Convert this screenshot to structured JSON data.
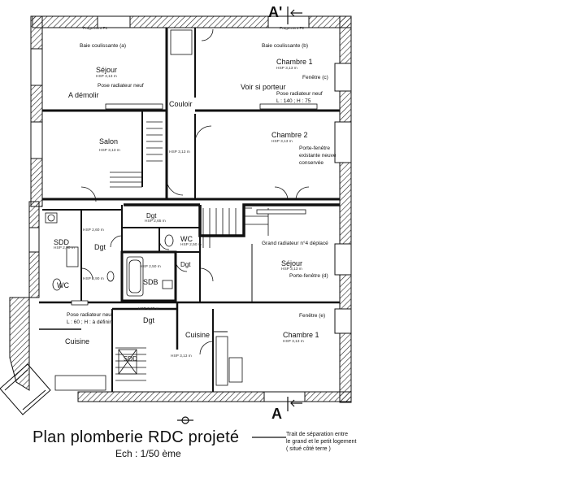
{
  "title": "Plan plomberie RDC projeté",
  "scale": "Ech : 1/50 ème",
  "section_marks": {
    "top": "A'",
    "bottom": "A"
  },
  "legend": {
    "line1": "Trait de séparation entre",
    "line2": "le grand et le petit logement",
    "line3": "( situé côté terre )"
  },
  "upper_unit": {
    "fragment_f1": "Fragement F1",
    "fragment_f2": "Fragement F2",
    "baie_a": "Baie coulissante (a)",
    "baie_b": "Baie coulissante (b)",
    "sejour": "Séjour",
    "chambre1": "Chambre 1",
    "chambre2": "Chambre 2",
    "salon": "Salon",
    "couloir": "Couloir",
    "a_demolir": "A démolir",
    "pose_radiateur": "Pose radiateur neuf",
    "pose_radiateur_2": "Pose radiateur neuf",
    "radiateur_dims": "L : 140 ; H : 75",
    "voir_porteur": "Voir si porteur",
    "fenetre_c": "Fenêtre (c)",
    "porte_fenetre_1": "Porte-fenêtre",
    "porte_fenetre_2": "existante neuve",
    "porte_fenetre_3": "conservée",
    "hsp": "HSP 3,13 m"
  },
  "lower_unit": {
    "sdd": "SDD",
    "dgt": "Dgt",
    "wc": "WC",
    "sdb": "SDB",
    "sejour": "Séjour",
    "chambre1": "Chambre 1",
    "cuisine": "Cuisine",
    "grand_radiateur": "Grand radiateur n°4 déplacé",
    "porte_fenetre_d": "Porte-fenêtre (d)",
    "fenetre_e": "Fenêtre (e)",
    "pose_radiateur": "Pose radiateur neuf",
    "radiateur_dims": "L : 60 ; H : à définir",
    "hsp": "HSP 3,13 m",
    "hsp_2_50": "HSP 2,50 m",
    "hsp_2_65": "HSP 2,65 m",
    "hsp_2_60": "HSP 2,60 m",
    "hsp_2_90": "HSP 2,90 m"
  }
}
